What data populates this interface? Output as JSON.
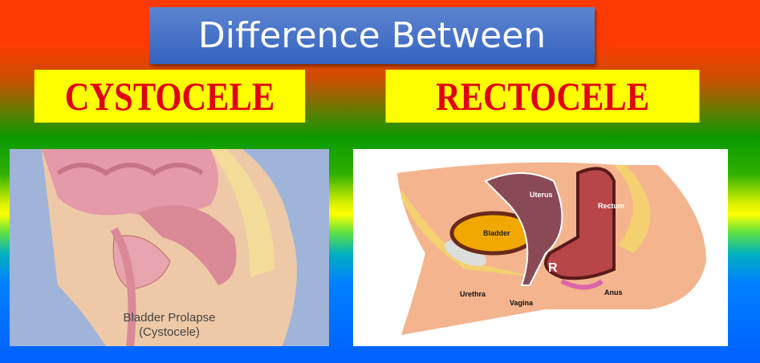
{
  "title": "Difference Between",
  "left": {
    "heading": "CYSTOCELE",
    "caption_line1": "Bladder Prolapse",
    "caption_line2": "(Cystocele)"
  },
  "right": {
    "heading": "RECTOCELE",
    "labels": {
      "uterus": "Uterus",
      "rectum": "Rectum",
      "bladder": "Bladder",
      "r": "R",
      "urethra": "Urethra",
      "vagina": "Vagina",
      "anus": "Anus"
    }
  }
}
